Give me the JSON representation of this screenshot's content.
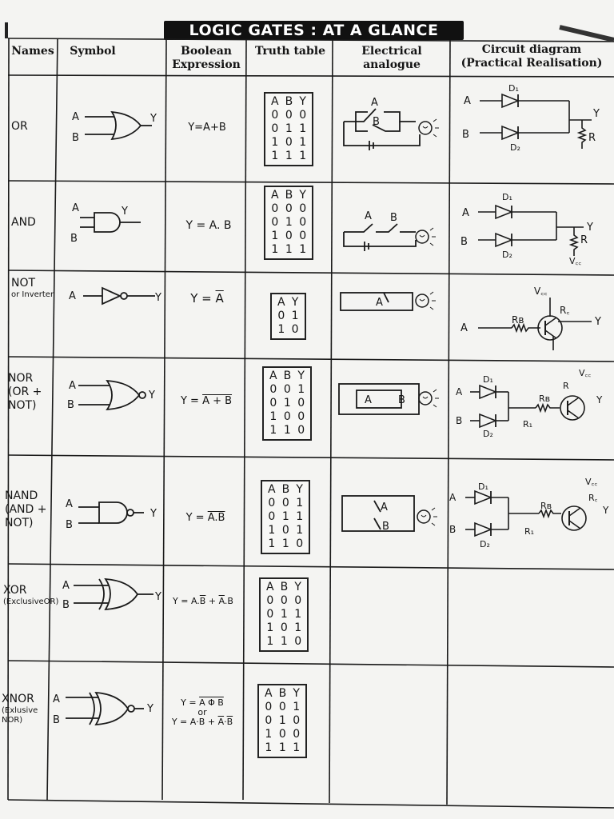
{
  "title": "LOGIC GATES : AT A GLANCE",
  "headers": {
    "names": "Names",
    "symbol": "Symbol",
    "boolean": "Boolean Expression",
    "truth": "Truth table",
    "electrical": "Electrical analogue",
    "circuit": "Circuit diagram (Practical Realisation)"
  },
  "rows": [
    {
      "name": "OR",
      "sub": "",
      "expr": "Y=A+B",
      "truth": {
        "cols": [
          "A",
          "B",
          "Y"
        ],
        "rows": [
          [
            "0",
            "0",
            "0"
          ],
          [
            "0",
            "1",
            "1"
          ],
          [
            "1",
            "0",
            "1"
          ],
          [
            "1",
            "1",
            "1"
          ]
        ]
      }
    },
    {
      "name": "AND",
      "sub": "",
      "expr": "Y = A. B",
      "truth": {
        "cols": [
          "A",
          "B",
          "Y"
        ],
        "rows": [
          [
            "0",
            "0",
            "0"
          ],
          [
            "0",
            "1",
            "0"
          ],
          [
            "1",
            "0",
            "0"
          ],
          [
            "1",
            "1",
            "1"
          ]
        ]
      }
    },
    {
      "name": "NOT",
      "sub": "or Inverter",
      "expr": "Y = A",
      "truth": {
        "cols": [
          "A",
          "Y"
        ],
        "rows": [
          [
            "0",
            "1"
          ],
          [
            "1",
            "0"
          ]
        ]
      }
    },
    {
      "name": "NOR (OR + NOT)",
      "sub": "",
      "expr": "Y = A + B",
      "truth": {
        "cols": [
          "A",
          "B",
          "Y"
        ],
        "rows": [
          [
            "0",
            "0",
            "1"
          ],
          [
            "0",
            "1",
            "0"
          ],
          [
            "1",
            "0",
            "0"
          ],
          [
            "1",
            "1",
            "0"
          ]
        ]
      }
    },
    {
      "name": "NAND (AND + NOT)",
      "sub": "",
      "expr": "Y = A.B",
      "truth": {
        "cols": [
          "A",
          "B",
          "Y"
        ],
        "rows": [
          [
            "0",
            "0",
            "1"
          ],
          [
            "0",
            "1",
            "1"
          ],
          [
            "1",
            "0",
            "1"
          ],
          [
            "1",
            "1",
            "0"
          ]
        ]
      }
    },
    {
      "name": "XOR",
      "sub": "(ExclusiveOR)",
      "expr": "Y = A.B + A.B",
      "truth": {
        "cols": [
          "A",
          "B",
          "Y"
        ],
        "rows": [
          [
            "0",
            "0",
            "0"
          ],
          [
            "0",
            "1",
            "1"
          ],
          [
            "1",
            "0",
            "1"
          ],
          [
            "1",
            "1",
            "0"
          ]
        ]
      }
    },
    {
      "name": "XNOR",
      "sub": "(Exlusive NOR)",
      "expr": "Y = A Φ B or Y = A·B + A·B",
      "truth": {
        "cols": [
          "A",
          "B",
          "Y"
        ],
        "rows": [
          [
            "0",
            "0",
            "1"
          ],
          [
            "0",
            "1",
            "0"
          ],
          [
            "1",
            "0",
            "0"
          ],
          [
            "1",
            "1",
            "1"
          ]
        ]
      }
    }
  ],
  "labels": {
    "A": "A",
    "B": "B",
    "Y": "Y",
    "R": "R",
    "D1": "D₁",
    "D2": "D₂",
    "Vcc": "V꜀꜀",
    "Rc": "R꜀",
    "Rb": "Rʙ",
    "R1": "R₁",
    "or": "or"
  }
}
